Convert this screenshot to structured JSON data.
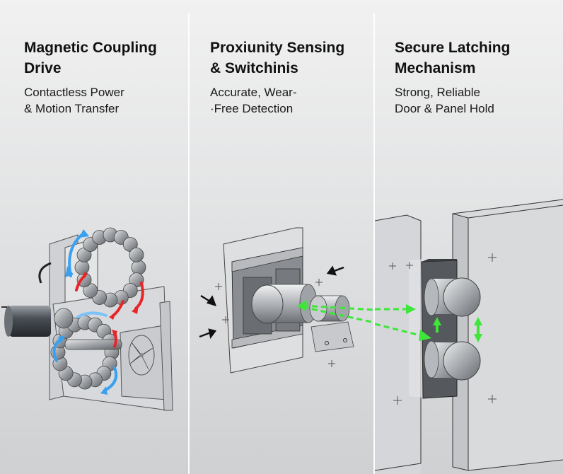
{
  "panels": [
    {
      "title_line1": "Magnetic Coupling",
      "title_line2": "Drive",
      "subtitle_line1": "Contactless Power",
      "subtitle_line2": "& Motion Transfer",
      "illustration": "magnetic-coupling-drive-with-motor-and-fan"
    },
    {
      "title_line1": "Proxiunity Sensing",
      "title_line2": "& Switchinis",
      "subtitle_line1": "Accurate, Wear-",
      "subtitle_line2": "·Free Detection",
      "illustration": "proximity-sensor-with-magnet"
    },
    {
      "title_line1": "Secure Latching",
      "title_line2": "Mechanism",
      "subtitle_line1": "Strong, Reliable",
      "subtitle_line2": "Door & Panel Hold",
      "illustration": "door-panel-magnetic-latch"
    }
  ],
  "colors": {
    "flow_blue": "#3aa0f0",
    "flow_red": "#e8262a",
    "field_green": "#3ee63a",
    "metal": "#a9acb0",
    "frame": "#d3d5d8"
  }
}
